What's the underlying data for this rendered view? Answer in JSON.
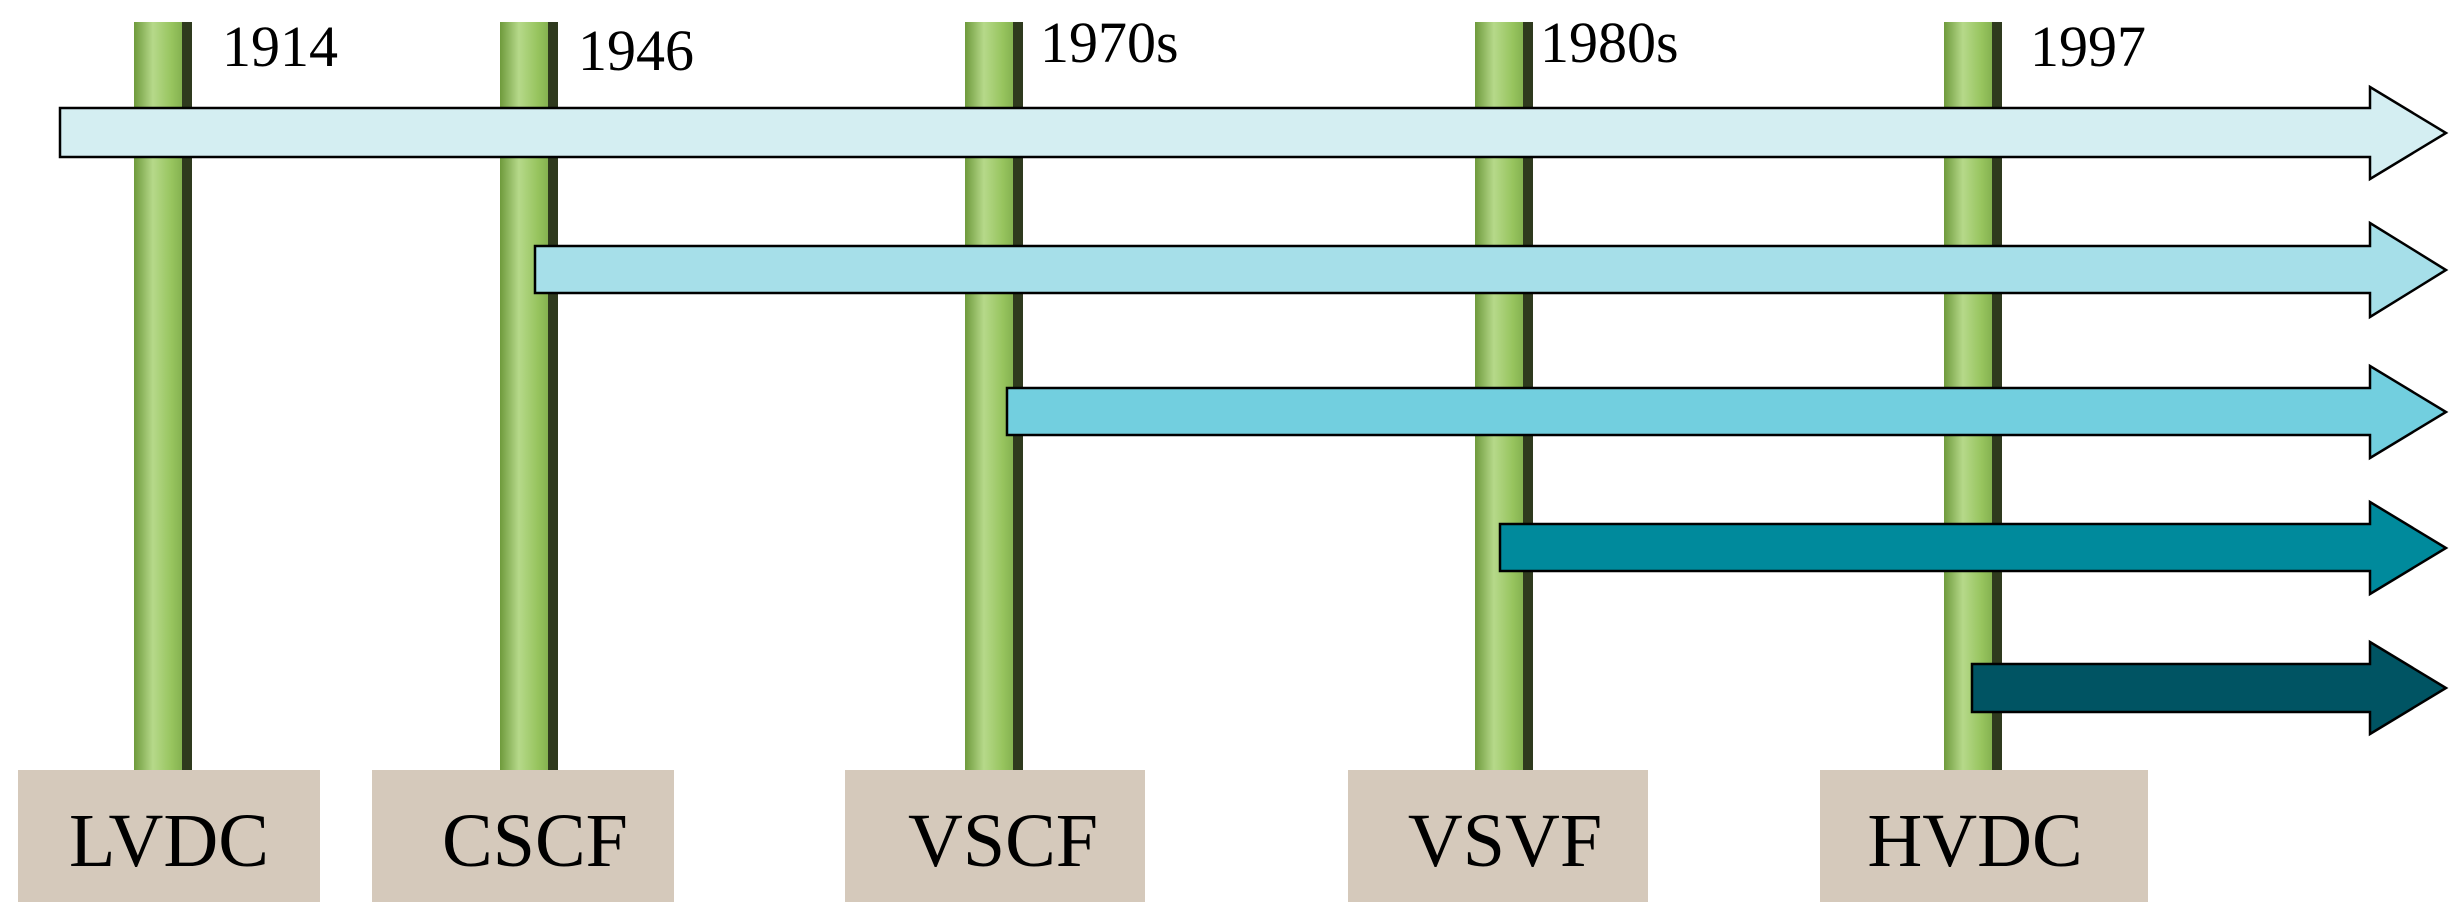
{
  "milestones": [
    {
      "year": "1914",
      "label": "LVDC"
    },
    {
      "year": "1946",
      "label": "CSCF"
    },
    {
      "year": "1970s",
      "label": "VSCF"
    },
    {
      "year": "1980s",
      "label": "VSVF"
    },
    {
      "year": "1997",
      "label": "HVDC"
    }
  ],
  "colors": {
    "pillar": "#97c45e",
    "pillar_highlight": "#b6d98a",
    "pillar_shadow": "#2f3a1e",
    "label_box": "#d5c9bb",
    "arrows": [
      "#d4eef2",
      "#a6dfe9",
      "#72cfdf",
      "#008a9c",
      "#005463"
    ]
  }
}
